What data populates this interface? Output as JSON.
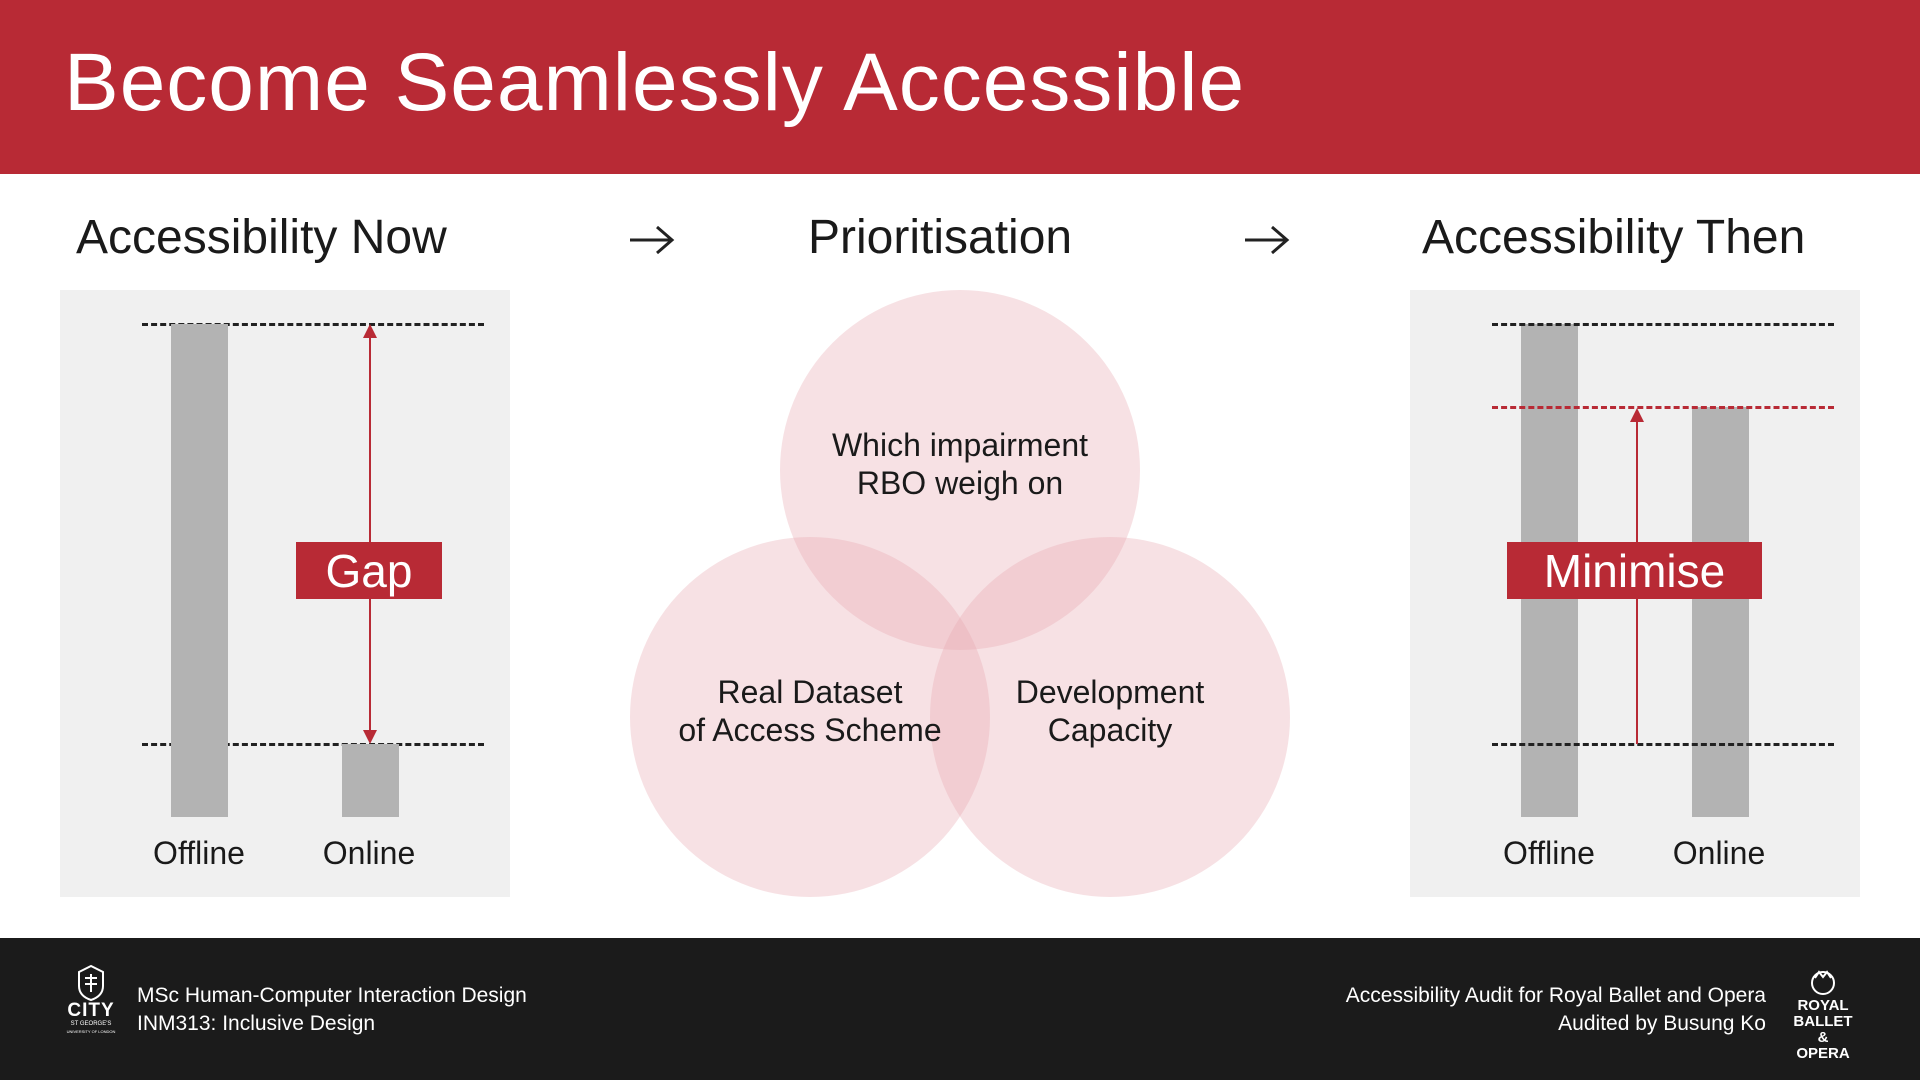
{
  "header": {
    "title": "Become Seamlessly Accessible"
  },
  "sections": {
    "now": {
      "title": "Accessibility Now",
      "tag": "Gap",
      "labels": [
        "Offline",
        "Online"
      ],
      "bar_levels": {
        "offline": 1.0,
        "online": 0.15
      }
    },
    "prioritisation": {
      "title": "Prioritisation",
      "circles": {
        "top": [
          "Which impairment",
          "RBO weigh on"
        ],
        "left": [
          "Real Dataset",
          "of Access Scheme"
        ],
        "right": [
          "Development",
          "Capacity"
        ]
      }
    },
    "then": {
      "title": "Accessibility Then",
      "tag": "Minimise",
      "labels": [
        "Offline",
        "Online"
      ],
      "bar_levels": {
        "offline": 1.0,
        "online": 0.83
      }
    }
  },
  "arrows": {
    "glyph": "→"
  },
  "footer": {
    "left": {
      "line1": "MSc Human-Computer Interaction Design",
      "line2": "INM313: Inclusive Design",
      "logo_text": "CITY",
      "logo_sub": "ST GEORGE'S",
      "logo_small": "UNIVERSITY OF LONDON"
    },
    "right": {
      "line1": "Accessibility Audit for Royal Ballet and Opera",
      "line2": "Audited by Busung Ko",
      "logo_lines": [
        "ROYAL",
        "BALLET &",
        "OPERA"
      ]
    }
  },
  "colors": {
    "accent": "#b82a35",
    "bar": "#b3b3b3",
    "panel": "#f0f0f0",
    "circle": "#e7a9b1",
    "footer": "#1b1b1b"
  },
  "icons": [
    "city-university-crest-icon",
    "royal-ballet-opera-crest-icon",
    "right-arrow-icon"
  ]
}
